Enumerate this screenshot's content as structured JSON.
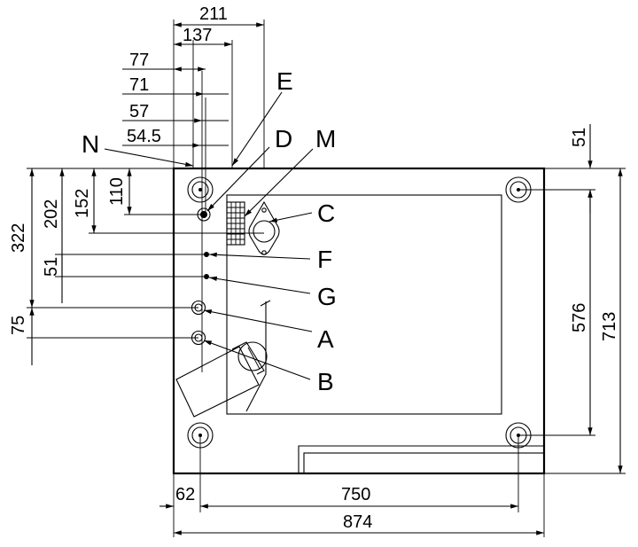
{
  "dimensions": {
    "top": [
      "211",
      "137",
      "77",
      "71",
      "57",
      "54.5"
    ],
    "left_vertical": [
      "322",
      "202",
      "152",
      "110",
      "51",
      "75"
    ],
    "right_vertical": [
      "51",
      "576",
      "713"
    ],
    "bottom": [
      "62",
      "750",
      "874"
    ]
  },
  "labels": {
    "N": "N",
    "E": "E",
    "D": "D",
    "M": "M",
    "C": "C",
    "F": "F",
    "G": "G",
    "A": "A",
    "B": "B"
  }
}
